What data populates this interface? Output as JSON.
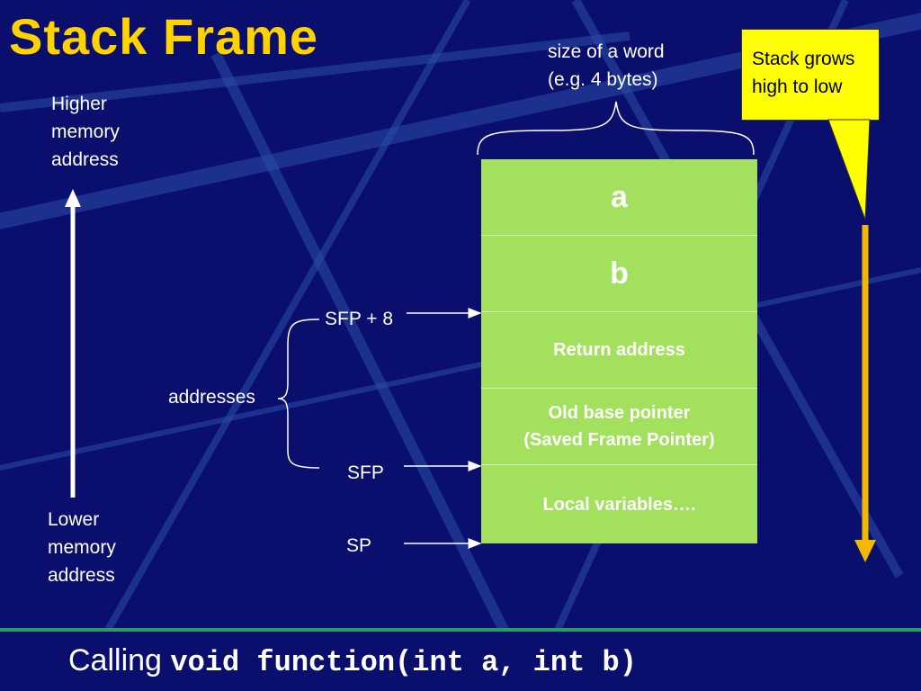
{
  "slide": {
    "title": "Stack Frame",
    "higher_label": [
      "Higher",
      "memory",
      "address"
    ],
    "lower_label": [
      "Lower",
      "memory",
      "address"
    ],
    "word_size_label": [
      "size of a word",
      "(e.g. 4 bytes)"
    ],
    "callout": [
      "Stack grows",
      "high to low"
    ],
    "stack_rows": [
      {
        "text": "a"
      },
      {
        "text": "b"
      },
      {
        "text": "Return address"
      },
      {
        "text": [
          "Old base pointer",
          "(Saved Frame Pointer)"
        ]
      },
      {
        "text": "Local variables…."
      }
    ],
    "pointer_labels": {
      "sfp_plus_8": "SFP + 8",
      "sfp": "SFP",
      "sp": "SP",
      "addresses": "addresses"
    },
    "footer": {
      "prefix": "Calling",
      "code": "void function(int a, int b)"
    },
    "colors": {
      "background": "#0a0f6e",
      "title": "#ffd200",
      "stack_fill": "#a2e05e",
      "callout_fill": "#ffff00",
      "grow_arrow": "#f5b800"
    }
  }
}
